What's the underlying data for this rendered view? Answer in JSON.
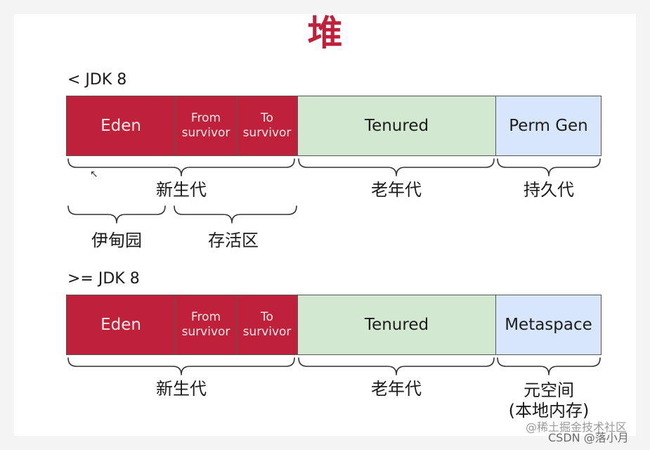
{
  "title": "堆",
  "sections": [
    {
      "version": "< JDK 8",
      "cells": {
        "eden": "Eden",
        "from_line1": "From",
        "from_line2": "survivor",
        "to_line1": "To",
        "to_line2": "survivor",
        "tenured": "Tenured",
        "last": "Perm Gen"
      },
      "labels": {
        "young": "新生代",
        "old": "老年代",
        "last": "持久代",
        "eden_area": "伊甸园",
        "survivor_area": "存活区"
      }
    },
    {
      "version": ">= JDK 8",
      "cells": {
        "eden": "Eden",
        "from_line1": "From",
        "from_line2": "survivor",
        "to_line1": "To",
        "to_line2": "survivor",
        "tenured": "Tenured",
        "last": "Metaspace"
      },
      "labels": {
        "young": "新生代",
        "old": "老年代",
        "last_line1": "元空间",
        "last_line2": "(本地内存)"
      }
    }
  ],
  "watermark": {
    "line1": "@稀土掘金技术社区",
    "line2": "CSDN @落小月"
  },
  "colors": {
    "young": "#c0213a",
    "tenured": "#d3e8d0",
    "perm": "#d7e6fb",
    "title": "#c0213a"
  }
}
